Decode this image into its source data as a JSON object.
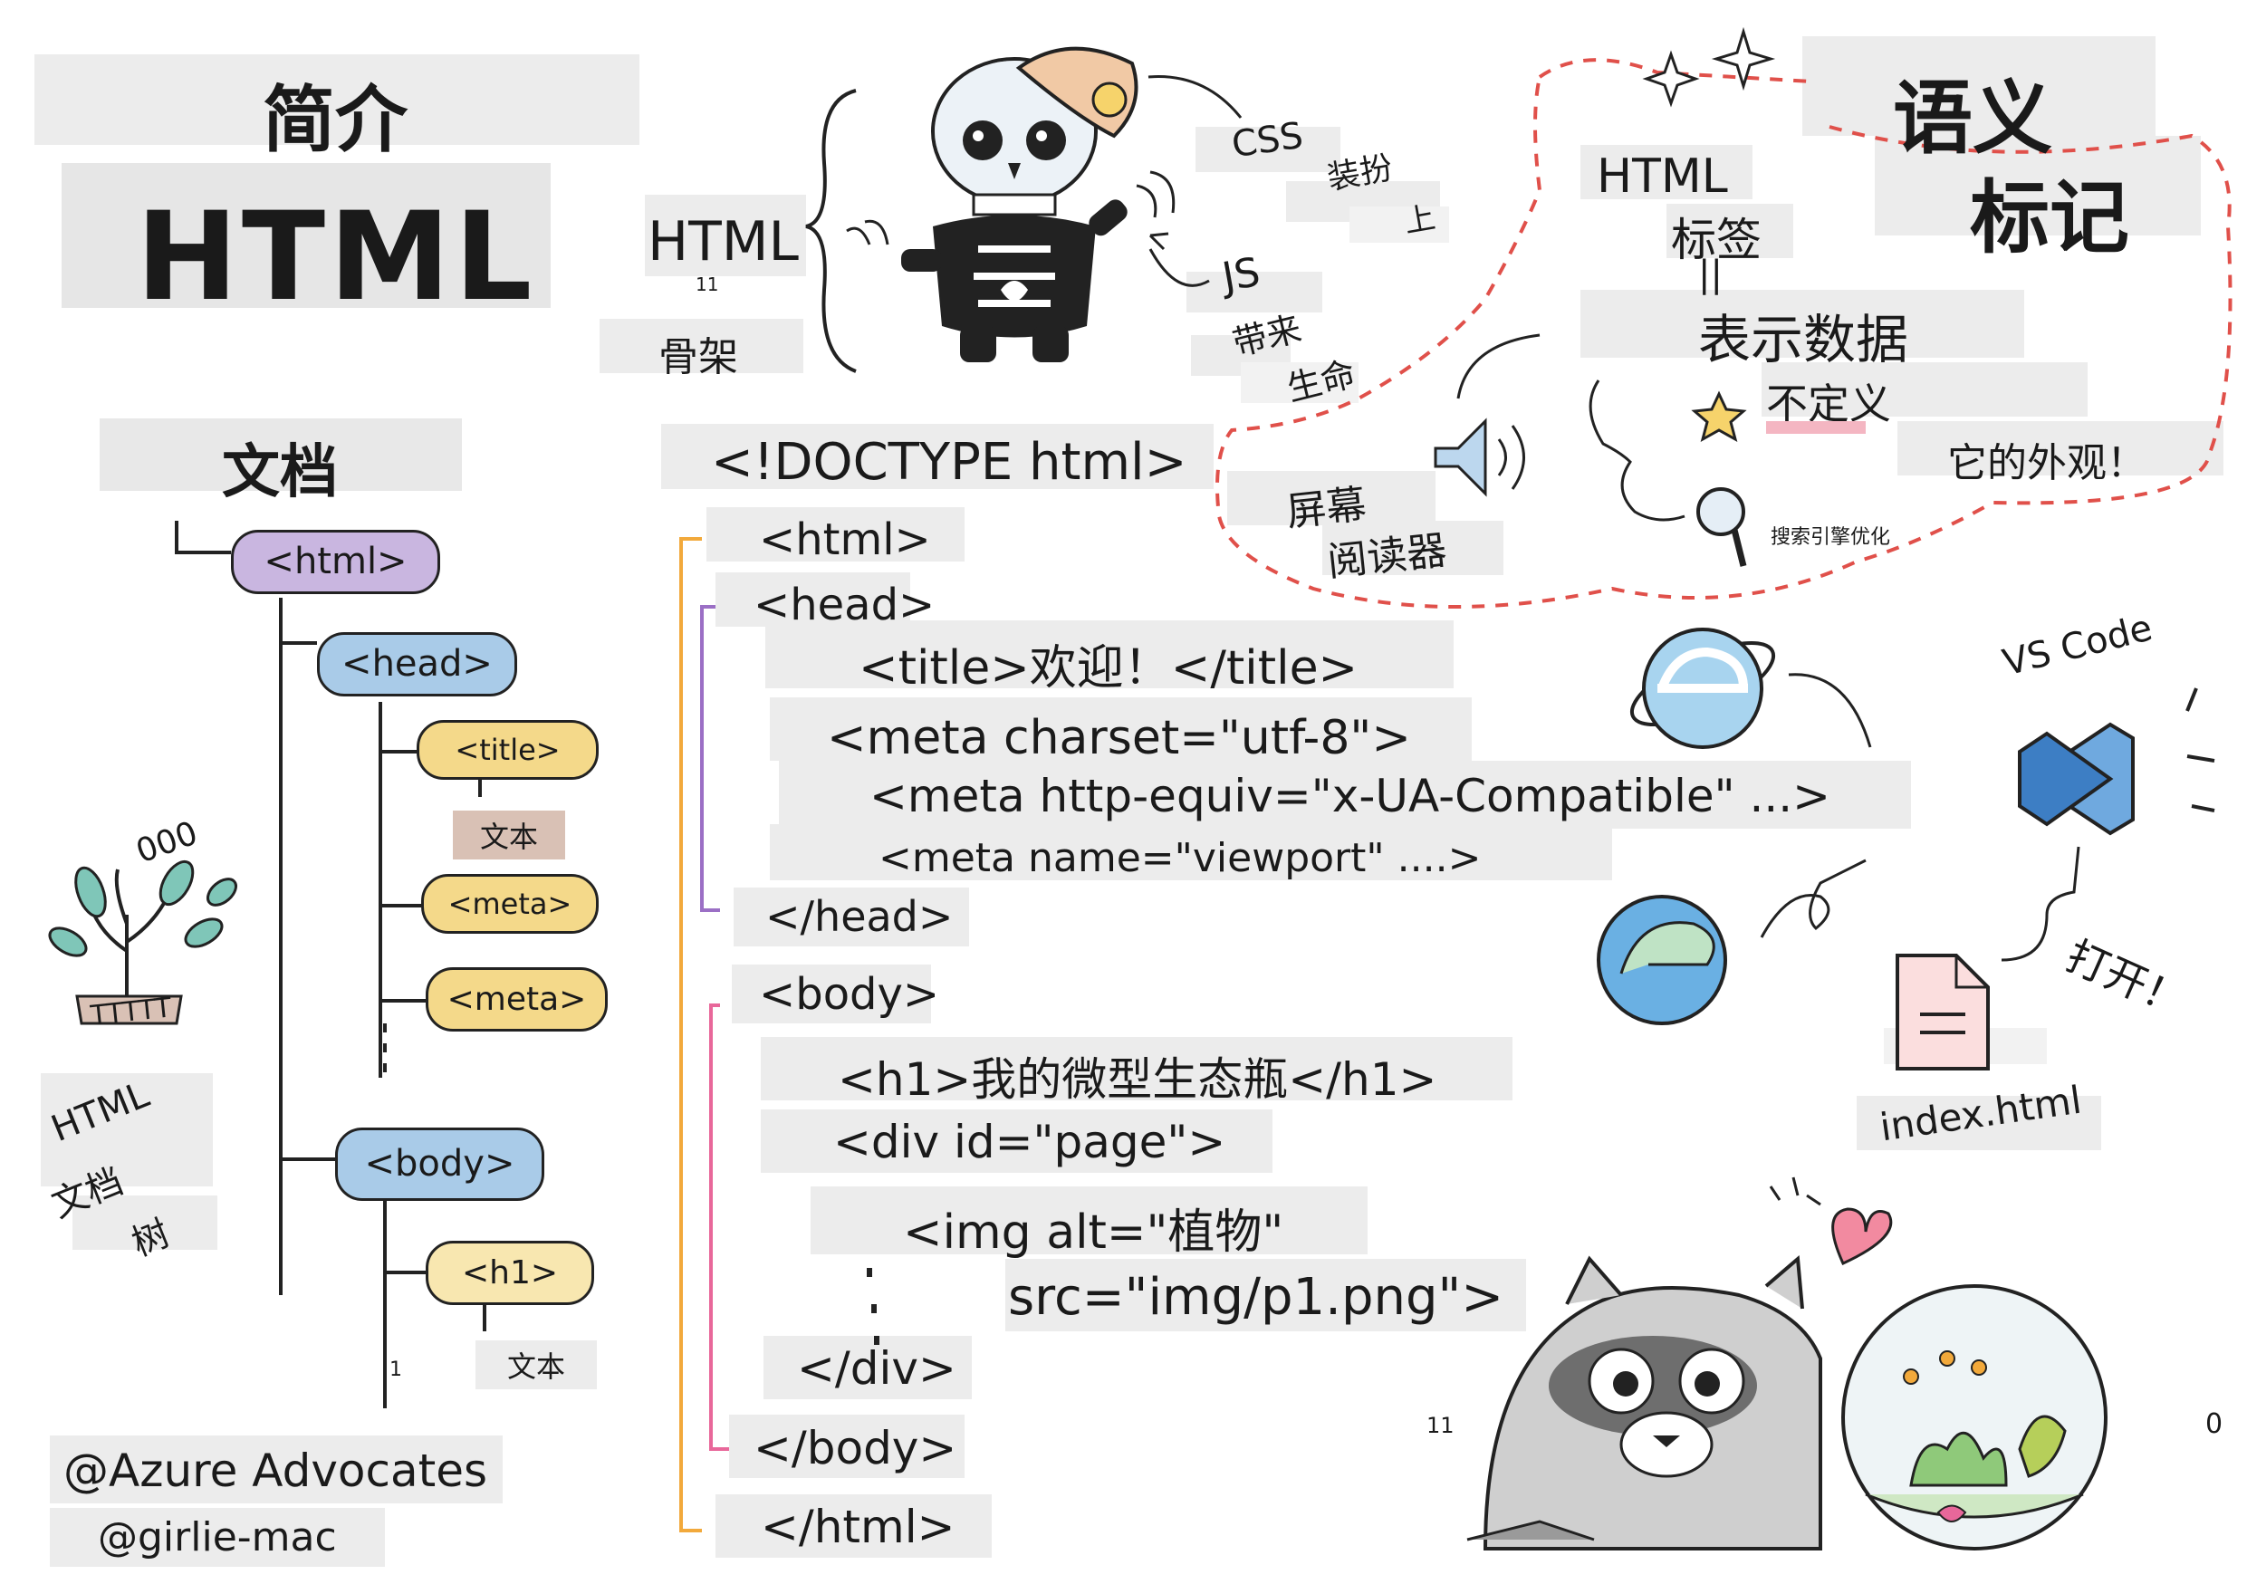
{
  "intro": {
    "subtitle": "简介",
    "title": "HTML"
  },
  "skeleton": {
    "html_label": "HTML",
    "skeleton_label": "骨架",
    "css_label": "CSS",
    "css_desc_1": "装扮",
    "css_desc_2": "上",
    "js_label": "JS",
    "js_desc_1": "带来",
    "js_desc_2": "生命",
    "small_number": "11"
  },
  "semantic": {
    "title_1": "语义",
    "title_2": "标记",
    "html_tags_1": "HTML",
    "html_tags_2": "标签",
    "represent_data": "表示数据",
    "not_define": "不定义",
    "appearance": "它的外观！",
    "screen": "屏幕",
    "reader": "阅读器",
    "seo": "搜索引擎优化"
  },
  "document_tree": {
    "title": "文档",
    "nodes": [
      "<html>",
      "<head>",
      "<title>",
      "文本",
      "<meta>",
      "<meta>",
      "<body>",
      "<h1>",
      "文本"
    ],
    "plant_label": "TTTTT",
    "plant_marks": "000",
    "caption": [
      "HTML",
      "文档",
      "树"
    ],
    "small_mark": "1"
  },
  "code": {
    "lines": [
      "<!DOCTYPE html>",
      "<html>",
      "<head>",
      "<title>欢迎！</title>",
      "<meta charset=\"utf-8\">",
      "<meta http-equiv=\"x-UA-Compatible\" ...>",
      "<meta name=\"viewport\" ....>",
      "</head>",
      "<body>",
      "<h1>我的微型生态瓶</h1>",
      "<div id=\"page\">",
      "<img alt=\"植物\"",
      "src=\"img/p1.png\">",
      "</div>",
      "</body>",
      "</html>"
    ]
  },
  "tools": {
    "vscode": "VS Code",
    "open": "打开！",
    "file": "index.html",
    "small_number": "11",
    "zero": "0"
  },
  "credits": {
    "line1": "@Azure Advocates",
    "line2": "@girlie-mac"
  },
  "colors": {
    "purple": "#c9b6e0",
    "blue": "#a9cbe8",
    "yellow": "#f4d98a",
    "pale_yellow": "#f8e7b0",
    "tan": "#d9c1b5",
    "red_dash": "#e0504a",
    "orange_bracket": "#f2a93b",
    "purple_bracket": "#9b6fc5",
    "pink_bracket": "#e8679a"
  }
}
